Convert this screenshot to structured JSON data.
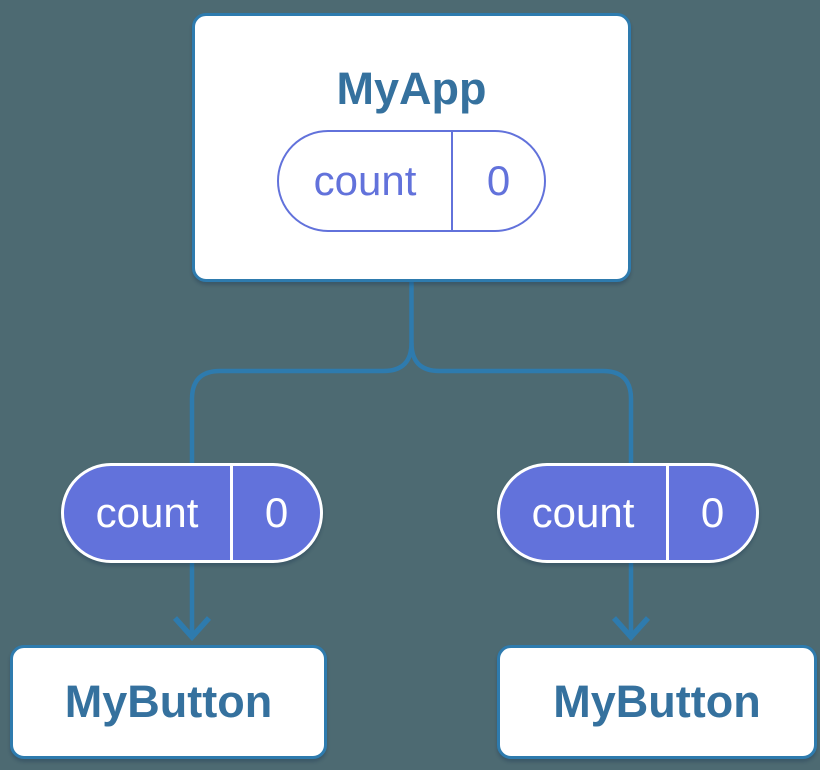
{
  "colors": {
    "background": "#4d6a72",
    "connector_blue": "#2e7bae",
    "node_border_blue": "#2e7bae",
    "node_title_blue": "#35719e",
    "state_purple": "#6272db",
    "node_fill": "#ffffff",
    "pill_text_on_purple": "#ffffff"
  },
  "root_node": {
    "title": "MyApp",
    "state": {
      "name": "count",
      "value": "0"
    }
  },
  "child_nodes": [
    {
      "title": "MyButton",
      "prop": {
        "name": "count",
        "value": "0"
      }
    },
    {
      "title": "MyButton",
      "prop": {
        "name": "count",
        "value": "0"
      }
    }
  ]
}
